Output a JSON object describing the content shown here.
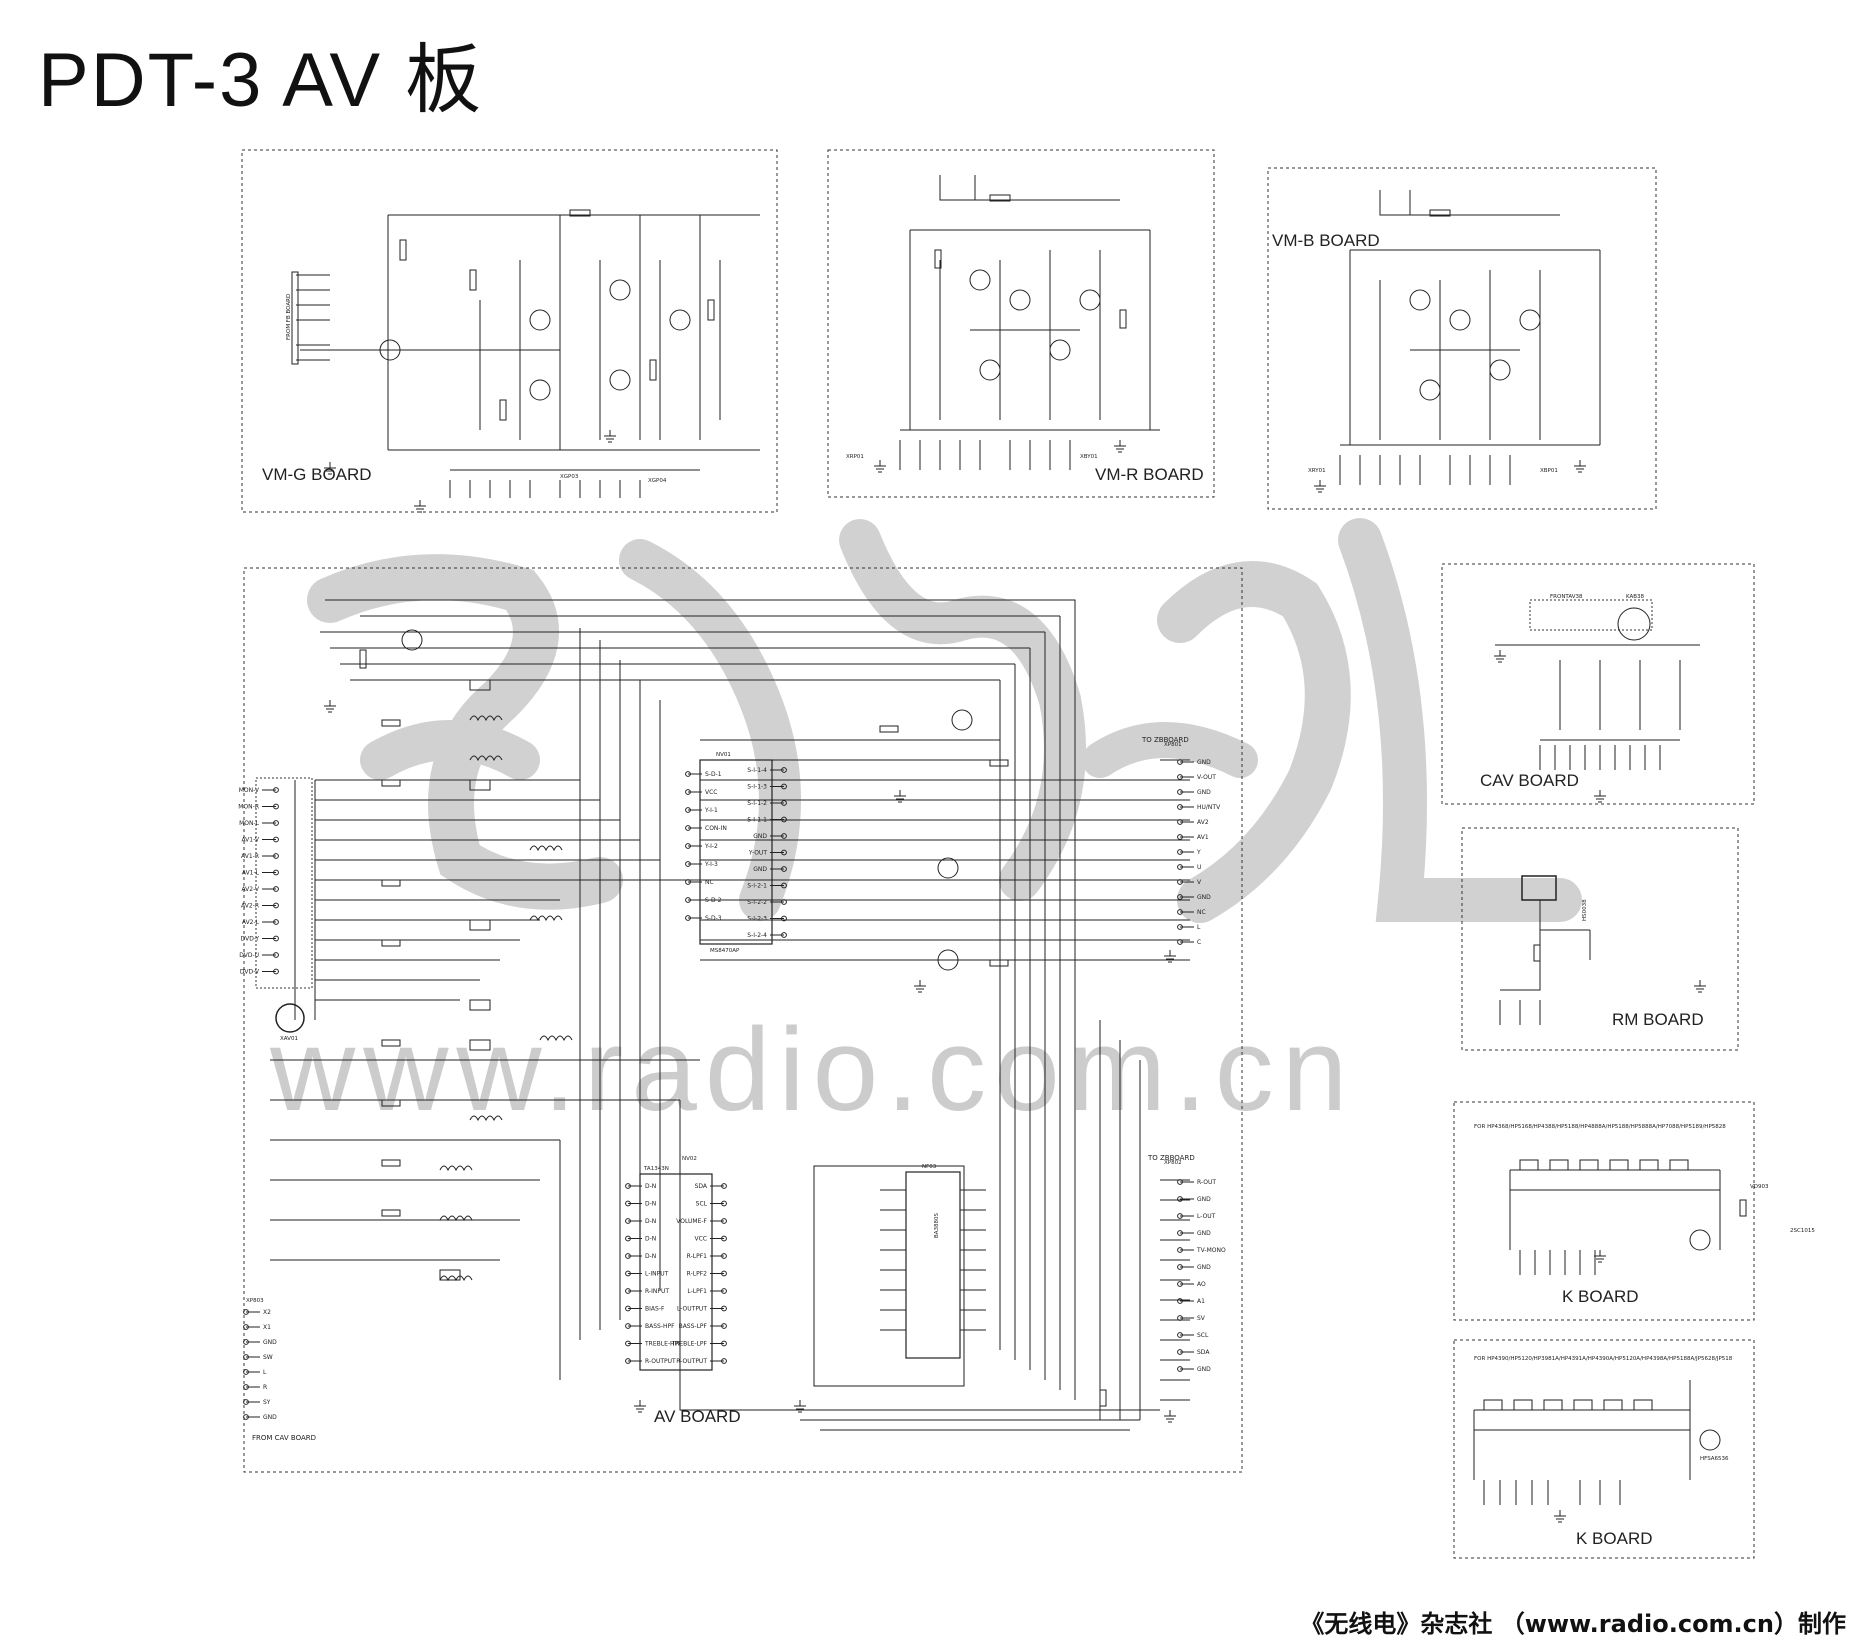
{
  "page_title": "PDT-3 AV 板",
  "footer": "《无线电》杂志社 （www.radio.com.cn）制作",
  "watermark": "www.radio.com.cn",
  "boards": {
    "vm_g": {
      "label": "VM-G  BOARD",
      "side_label": "FROM FB BOARD",
      "conn_xp": "XGP03",
      "conn_xb": "XGP04"
    },
    "vm_r": {
      "label": "VM-R BOARD",
      "conn": "XRP01",
      "conn_b": "XBY01"
    },
    "vm_b": {
      "label": "VM-B  BOARD",
      "conn": "XRY01",
      "conn_b": "XBP01"
    },
    "cav": {
      "label": "CAV  BOARD",
      "connector": "FRONTAV38",
      "socket": "KAB38"
    },
    "rm": {
      "label": "RM  BOARD",
      "sensor": "HS0038"
    },
    "k1": {
      "label": "K BOARD",
      "note": "FOR HP4368/HP5168/HP4388/HP5188/HP4888A/HP5188/HP5888A/HP7088/HP5189/HP5828",
      "led": "VD903",
      "transistor": "2SC1015"
    },
    "k2": {
      "label": "K BOARD",
      "note": "FOR HP4390/HP5120/HP3981A/HP4391A/HP4390A/HP5120A/HP4398A/HP5188A/JP5628/JP518",
      "led": "HFSA6536"
    },
    "av": {
      "label": "AV  BOARD",
      "to_zb_1": "TO  ZBBOARD",
      "to_zb_2": "TO  ZBBOARD",
      "from_cav": "FROM  CAV  BOARD",
      "ic1": "NV01",
      "ic1_part": "MS8470AP",
      "ic2": "TA1343N",
      "ic2_ref": "NV02",
      "ic3": "BA3880S",
      "ic3_ref": "NF03",
      "xp1": "XP801",
      "xp2": "XP802",
      "xp3": "XP803",
      "conn_s": "XAV01"
    }
  },
  "av_left_pins": [
    "MON-V",
    "MON-R",
    "MON-L",
    "AV1-V",
    "AV1-R",
    "AV1-L",
    "AV2-V",
    "AV2-R",
    "AV2-L",
    "DVD-Y",
    "DVD-U",
    "DVD-V"
  ],
  "av_right_pins_top": [
    "GND",
    "V-OUT",
    "GND",
    "HU/NTV",
    "AV2",
    "AV1",
    "Y",
    "U",
    "V",
    "GND",
    "NC",
    "L",
    "C"
  ],
  "av_right_pins_bot": [
    "R-OUT",
    "GND",
    "L-OUT",
    "GND",
    "TV-MONO",
    "GND",
    "AO",
    "A1",
    "SV",
    "SCL",
    "SDA",
    "GND"
  ],
  "av_bottom_pins": [
    "X2",
    "X1",
    "GND",
    "SW",
    "L",
    "R",
    "SY",
    "GND"
  ],
  "ic1_left": [
    "S-D-1",
    "VCC",
    "Y-I-1",
    "CON-IN",
    "Y-I-2",
    "Y-I-3",
    "NC",
    "S-D-2",
    "S-D-3"
  ],
  "ic1_right": [
    "S-I-1-4",
    "S-I-1-3",
    "S-I-1-2",
    "S-I-1-1",
    "GND",
    "Y-OUT",
    "GND",
    "S-I-2-1",
    "S-I-2-2",
    "S-I-2-3",
    "S-I-2-4"
  ],
  "ic2_left": [
    "D-N",
    "D-N",
    "D-N",
    "D-N",
    "D-N",
    "L-INPUT",
    "R-INPUT",
    "BIAS-F",
    "BASS-HPF",
    "TREBLE-HPF",
    "R-OUTPUT"
  ],
  "ic2_right": [
    "SDA",
    "SCL",
    "VOLUME-F",
    "VCC",
    "R-LPF1",
    "R-LPF2",
    "L-LPF1",
    "L-OUTPUT",
    "BASS-LPF",
    "TREBLE-LPF",
    "R-OUTPUT"
  ]
}
